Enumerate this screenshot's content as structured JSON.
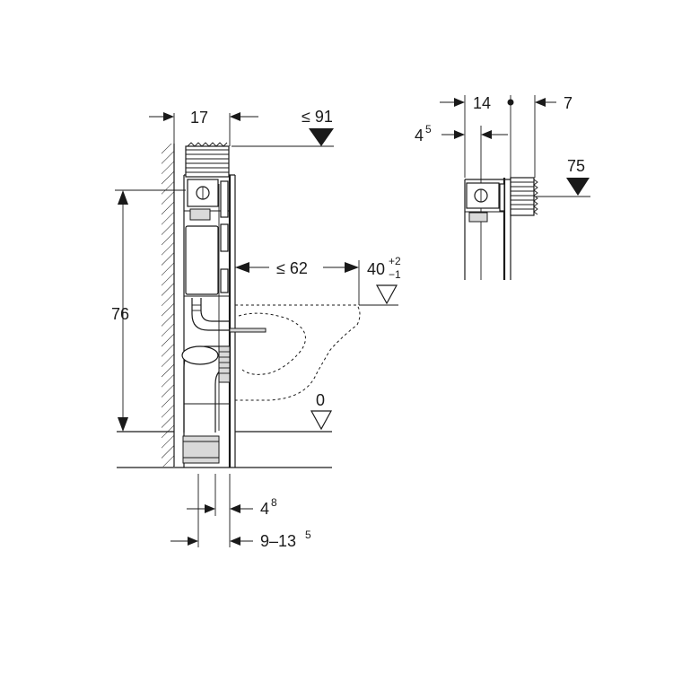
{
  "dimensions": {
    "top_depth": {
      "value": "17"
    },
    "top_height": {
      "value": "≤ 91"
    },
    "frame_height": {
      "value": "76"
    },
    "bowl_projection": {
      "value": "≤ 62"
    },
    "bowl_height": {
      "value": "40",
      "sup": "+2",
      "sub": "−1"
    },
    "floor_level": {
      "value": "0"
    },
    "offset_bottom": {
      "value": "4",
      "sup": "8"
    },
    "wall_range": {
      "value": "9–13",
      "sup": "5"
    },
    "detail_depth": {
      "value": "14"
    },
    "detail_offset": {
      "value": "4",
      "sup": "5"
    },
    "detail_gap": {
      "value": "7"
    },
    "detail_height": {
      "value": "75"
    }
  }
}
